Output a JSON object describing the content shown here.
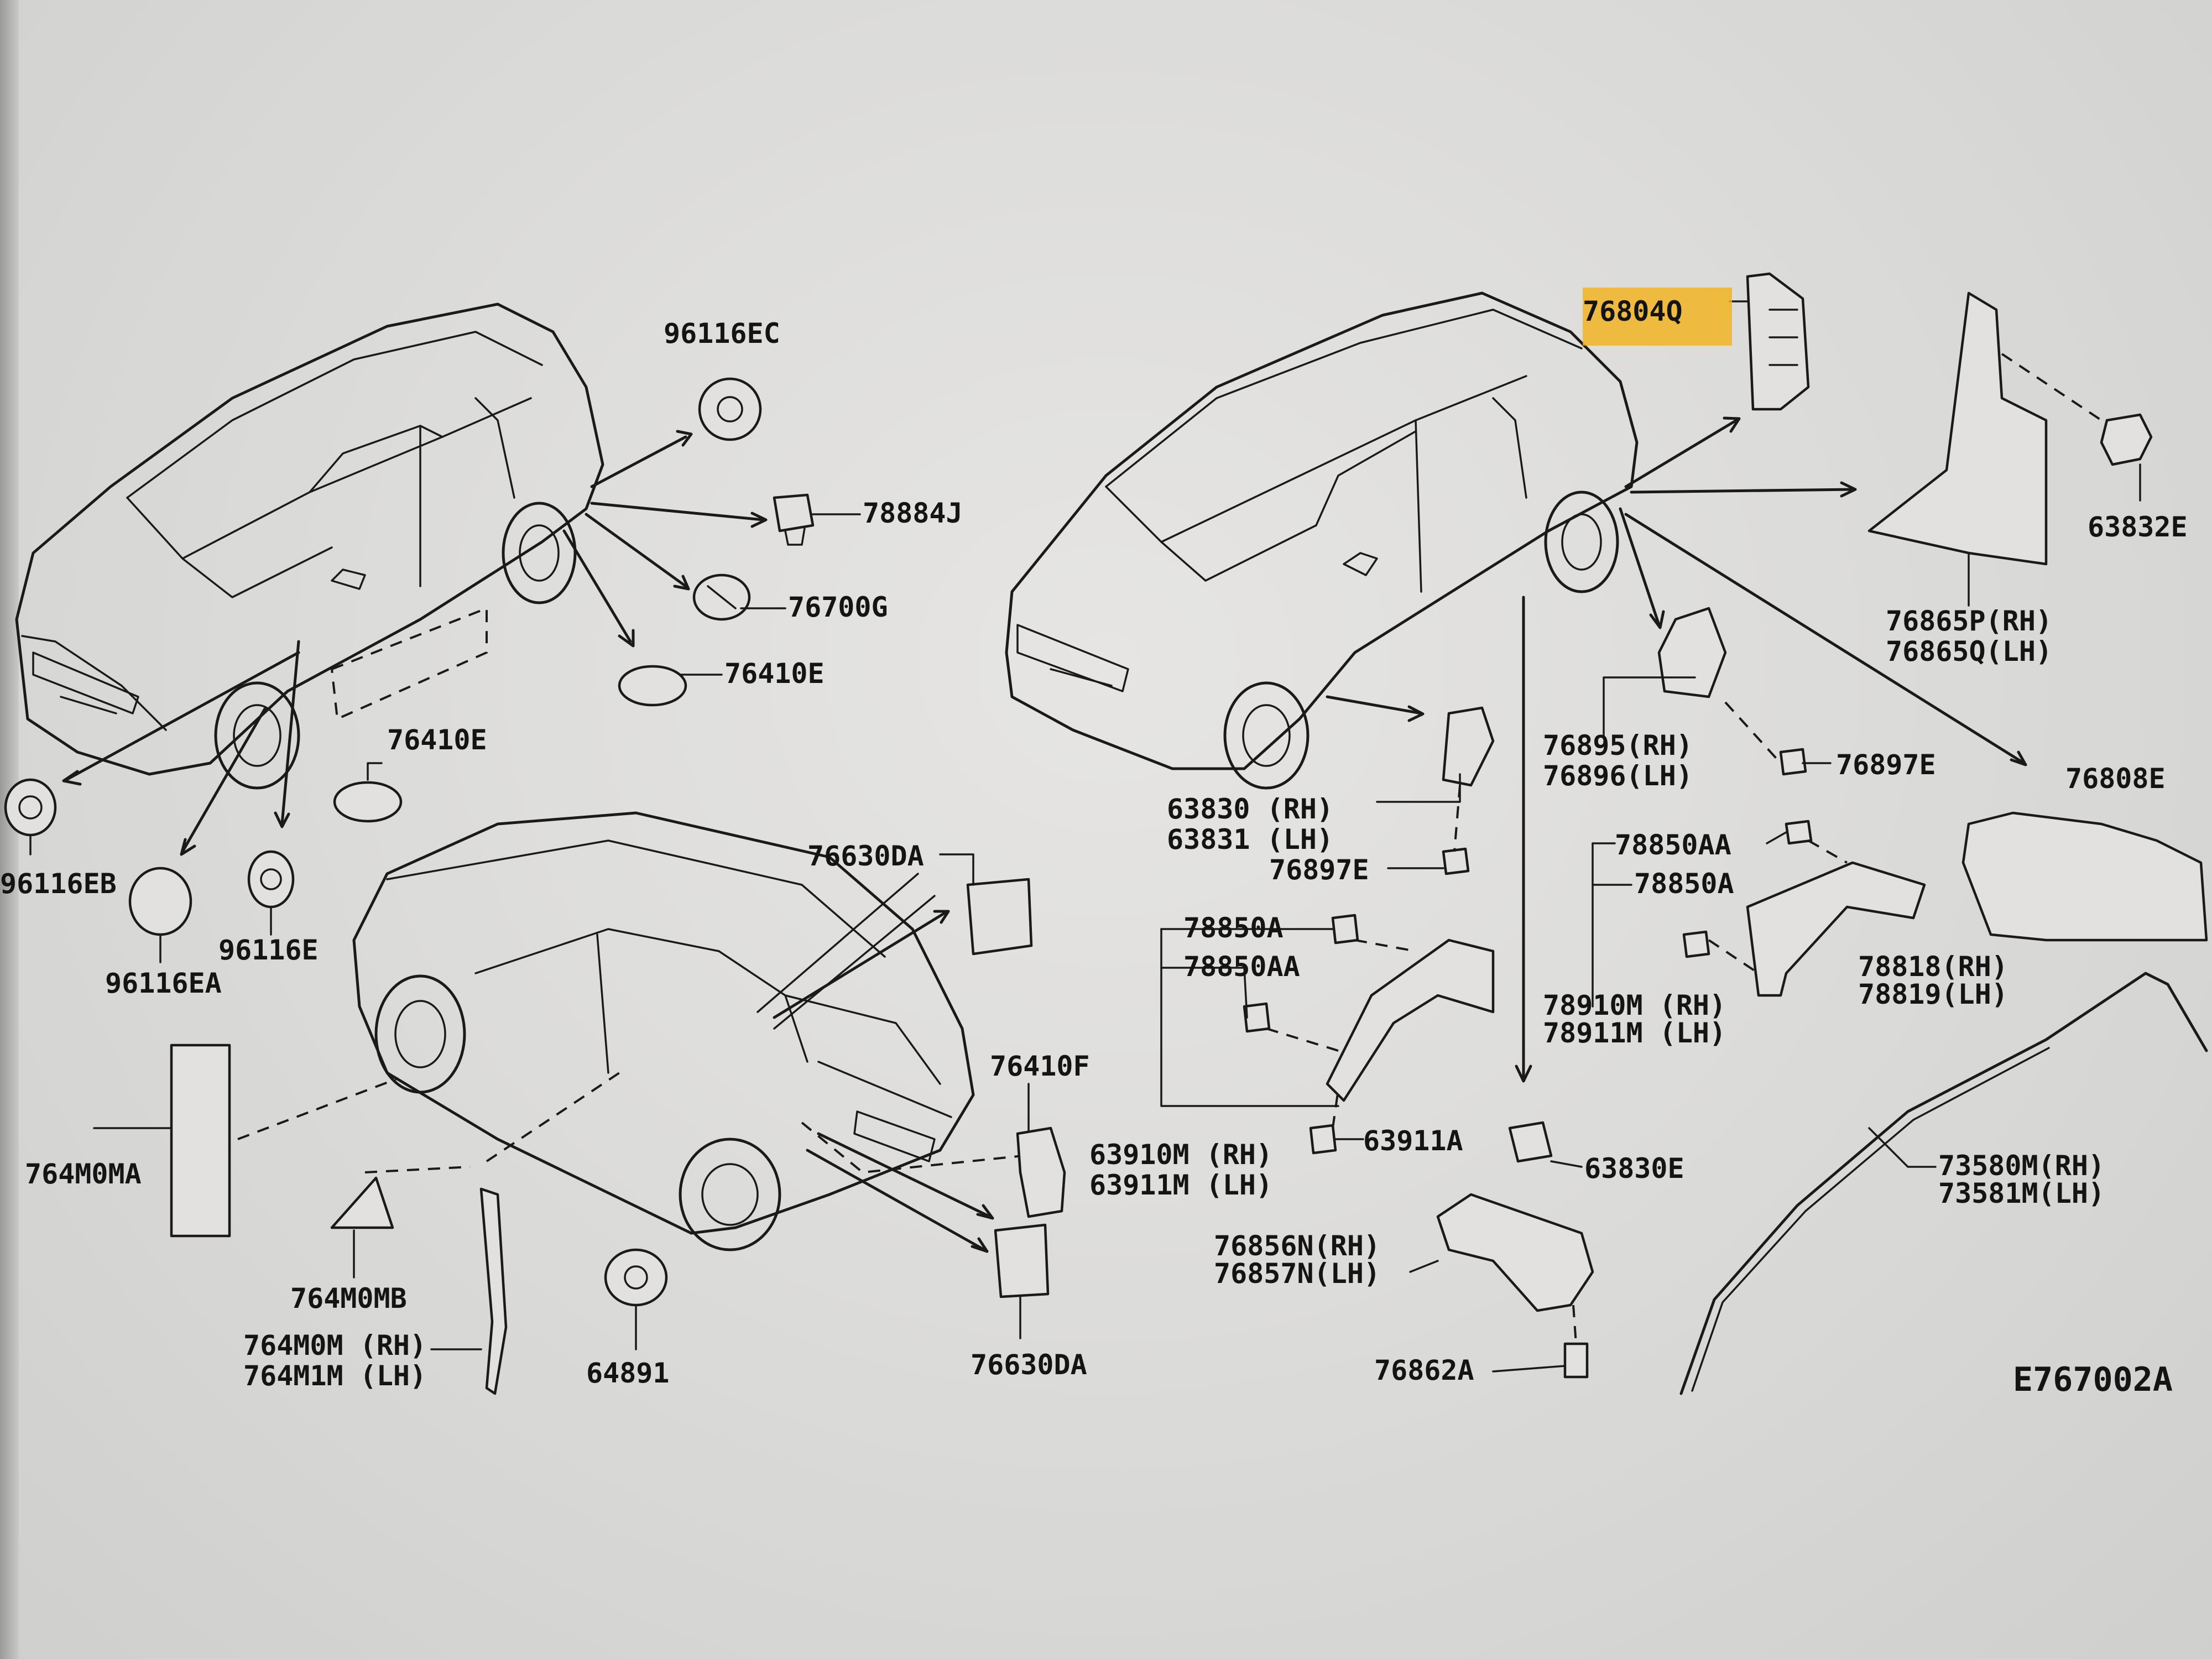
{
  "diagram_code": "E767002A",
  "highlighted_part": "76804Q",
  "parts": {
    "p96116EC": "96116EC",
    "p78884J": "78884J",
    "p76700G": "76700G",
    "p76410E_r": "76410E",
    "p76410E_l": "76410E",
    "p96116EB": "96116EB",
    "p96116EA": "96116EA",
    "p96116E": "96116E",
    "p76630DA_t": "76630DA",
    "p76630DA_b": "76630DA",
    "p76410F": "76410F",
    "p764M0MA": "764M0MA",
    "p764M0MB": "764M0MB",
    "p764M0M": "764M0M (RH)",
    "p764M1M": "764M1M (LH)",
    "p64891": "64891",
    "p76804Q": "76804Q",
    "p63832E": "63832E",
    "p76865P": "76865P(RH)",
    "p76865Q": "76865Q(LH)",
    "p76895": "76895(RH)",
    "p76896": "76896(LH)",
    "p76897E_r": "76897E",
    "p76808E": "76808E",
    "p63830": "63830 (RH)",
    "p63831": "63831 (LH)",
    "p76897E_l": "76897E",
    "p78850AA_r": "78850AA",
    "p78850A_r": "78850A",
    "p78818": "78818(RH)",
    "p78819": "78819(LH)",
    "p78910M": "78910M (RH)",
    "p78911M": "78911M (LH)",
    "p78850A_l": "78850A",
    "p78850AA_l": "78850AA",
    "p63910M": "63910M (RH)",
    "p63911M": "63911M (LH)",
    "p63911A": "63911A",
    "p63830E": "63830E",
    "p73580M": "73580M(RH)",
    "p73581M": "73581M(LH)",
    "p76856N": "76856N(RH)",
    "p76857N": "76857N(LH)",
    "p76862A": "76862A"
  }
}
